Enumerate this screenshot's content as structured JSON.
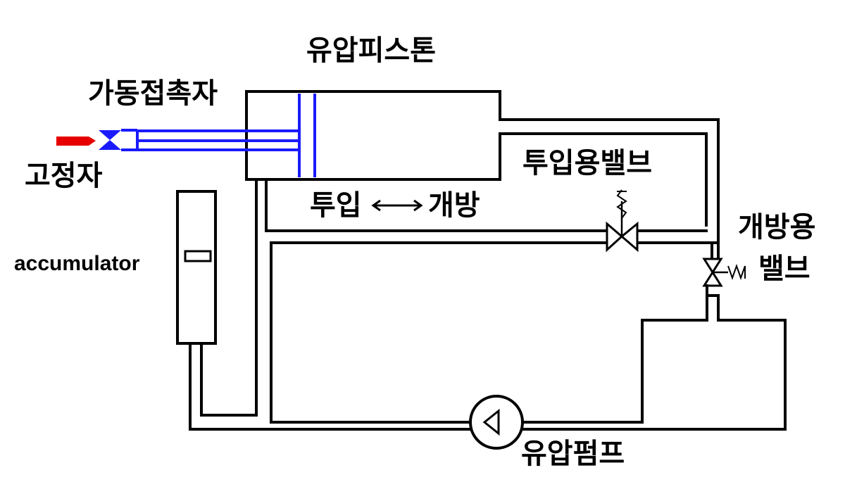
{
  "labels": {
    "hydraulic_piston": "유압피스톤",
    "movable_contact": "가동접촉자",
    "fixed_contact": "고정자",
    "accumulator": "accumulator",
    "close_side": "투입",
    "open_side": "개방",
    "closing_valve": "투입용밸브",
    "opening_valve_line1": "개방용",
    "opening_valve_line2": "밸브",
    "hydraulic_pump": "유압펌프"
  },
  "colors": {
    "line": "#000000",
    "piston_rod": "#1a1aff",
    "fixed_contact": "#e60000",
    "background": "#ffffff"
  },
  "icons": {
    "closing_valve": "gate-valve-icon",
    "opening_valve": "gate-valve-icon",
    "pump": "pump-icon",
    "stroke_arrow": "double-arrow-icon"
  }
}
